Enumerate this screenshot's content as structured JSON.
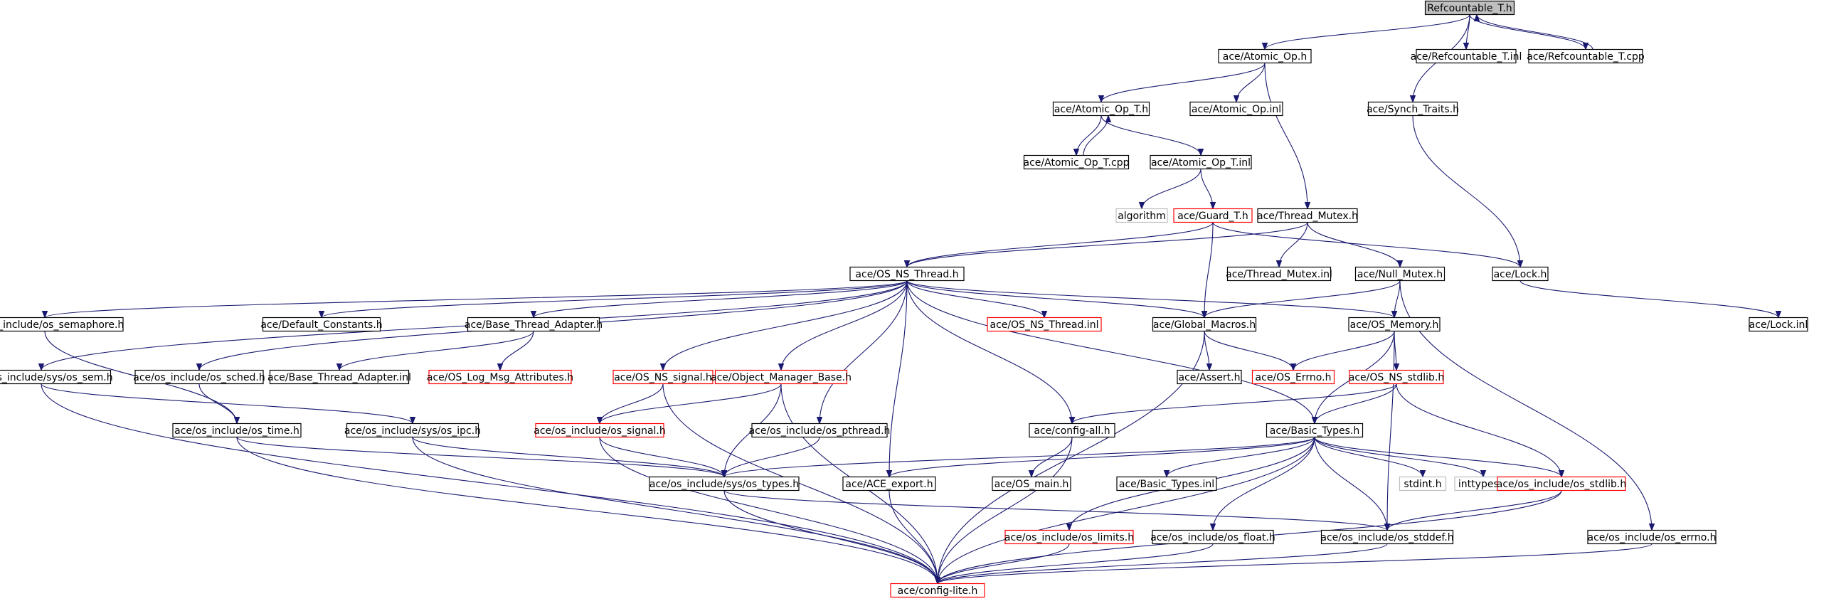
{
  "colors": {
    "edge": "#191970",
    "node_border_default": "#000000",
    "node_border_incomplete": "#ff0000",
    "node_border_external": "#bfbfbf",
    "node_fill_root": "#bfbfbf",
    "node_fill": "#ffffff"
  },
  "nodes": [
    {
      "id": "refcountable_t_h",
      "label": "Refcountable_T.h",
      "kind": "root"
    },
    {
      "id": "atomic_op_h",
      "label": "ace/Atomic_Op.h",
      "kind": "normal"
    },
    {
      "id": "refcountable_t_inl",
      "label": "ace/Refcountable_T.inl",
      "kind": "normal"
    },
    {
      "id": "refcountable_t_cpp",
      "label": "ace/Refcountable_T.cpp",
      "kind": "normal"
    },
    {
      "id": "atomic_op_t_h",
      "label": "ace/Atomic_Op_T.h",
      "kind": "normal"
    },
    {
      "id": "atomic_op_inl",
      "label": "ace/Atomic_Op.inl",
      "kind": "normal"
    },
    {
      "id": "synch_traits_h",
      "label": "ace/Synch_Traits.h",
      "kind": "normal"
    },
    {
      "id": "atomic_op_t_cpp",
      "label": "ace/Atomic_Op_T.cpp",
      "kind": "normal"
    },
    {
      "id": "atomic_op_t_inl",
      "label": "ace/Atomic_Op_T.inl",
      "kind": "normal"
    },
    {
      "id": "algorithm",
      "label": "algorithm",
      "kind": "external"
    },
    {
      "id": "guard_t_h",
      "label": "ace/Guard_T.h",
      "kind": "incomplete"
    },
    {
      "id": "thread_mutex_h",
      "label": "ace/Thread_Mutex.h",
      "kind": "normal"
    },
    {
      "id": "os_ns_thread_h",
      "label": "ace/OS_NS_Thread.h",
      "kind": "normal"
    },
    {
      "id": "thread_mutex_inl",
      "label": "ace/Thread_Mutex.inl",
      "kind": "normal"
    },
    {
      "id": "null_mutex_h",
      "label": "ace/Null_Mutex.h",
      "kind": "normal"
    },
    {
      "id": "lock_h",
      "label": "ace/Lock.h",
      "kind": "normal"
    },
    {
      "id": "os_semaphore_h",
      "label": "ace/os_include/os_semaphore.h",
      "kind": "normal"
    },
    {
      "id": "default_constants_h",
      "label": "ace/Default_Constants.h",
      "kind": "normal"
    },
    {
      "id": "base_thread_adapter_h",
      "label": "ace/Base_Thread_Adapter.h",
      "kind": "normal"
    },
    {
      "id": "os_ns_thread_inl",
      "label": "ace/OS_NS_Thread.inl",
      "kind": "incomplete"
    },
    {
      "id": "global_macros_h",
      "label": "ace/Global_Macros.h",
      "kind": "normal"
    },
    {
      "id": "os_memory_h",
      "label": "ace/OS_Memory.h",
      "kind": "normal"
    },
    {
      "id": "lock_inl",
      "label": "ace/Lock.inl",
      "kind": "normal"
    },
    {
      "id": "os_sem_h",
      "label": "ace/os_include/sys/os_sem.h",
      "kind": "normal"
    },
    {
      "id": "os_sched_h",
      "label": "ace/os_include/os_sched.h",
      "kind": "normal"
    },
    {
      "id": "base_thread_adapter_inl",
      "label": "ace/Base_Thread_Adapter.inl",
      "kind": "normal"
    },
    {
      "id": "os_log_msg_attributes_h",
      "label": "ace/OS_Log_Msg_Attributes.h",
      "kind": "incomplete"
    },
    {
      "id": "os_ns_signal_h",
      "label": "ace/OS_NS_signal.h",
      "kind": "incomplete"
    },
    {
      "id": "object_manager_base_h",
      "label": "ace/Object_Manager_Base.h",
      "kind": "incomplete"
    },
    {
      "id": "assert_h",
      "label": "ace/Assert.h",
      "kind": "normal"
    },
    {
      "id": "os_errno_h",
      "label": "ace/OS_Errno.h",
      "kind": "incomplete"
    },
    {
      "id": "os_ns_stdlib_h",
      "label": "ace/OS_NS_stdlib.h",
      "kind": "incomplete"
    },
    {
      "id": "os_time_h",
      "label": "ace/os_include/os_time.h",
      "kind": "normal"
    },
    {
      "id": "os_ipc_h",
      "label": "ace/os_include/sys/os_ipc.h",
      "kind": "normal"
    },
    {
      "id": "os_signal_h",
      "label": "ace/os_include/os_signal.h",
      "kind": "incomplete"
    },
    {
      "id": "os_pthread_h",
      "label": "ace/os_include/os_pthread.h",
      "kind": "normal"
    },
    {
      "id": "config_all_h",
      "label": "ace/config-all.h",
      "kind": "normal"
    },
    {
      "id": "basic_types_h",
      "label": "ace/Basic_Types.h",
      "kind": "normal"
    },
    {
      "id": "os_types_h",
      "label": "ace/os_include/sys/os_types.h",
      "kind": "normal"
    },
    {
      "id": "ace_export_h",
      "label": "ace/ACE_export.h",
      "kind": "normal"
    },
    {
      "id": "os_main_h",
      "label": "ace/OS_main.h",
      "kind": "normal"
    },
    {
      "id": "basic_types_inl",
      "label": "ace/Basic_Types.inl",
      "kind": "normal"
    },
    {
      "id": "stdint_h",
      "label": "stdint.h",
      "kind": "external"
    },
    {
      "id": "inttypes_h",
      "label": "inttypes.h",
      "kind": "external"
    },
    {
      "id": "os_stdlib_h",
      "label": "ace/os_include/os_stdlib.h",
      "kind": "incomplete"
    },
    {
      "id": "os_limits_h",
      "label": "ace/os_include/os_limits.h",
      "kind": "incomplete"
    },
    {
      "id": "os_float_h",
      "label": "ace/os_include/os_float.h",
      "kind": "normal"
    },
    {
      "id": "os_stddef_h",
      "label": "ace/os_include/os_stddef.h",
      "kind": "normal"
    },
    {
      "id": "os_errno_inc_h",
      "label": "ace/os_include/os_errno.h",
      "kind": "normal"
    },
    {
      "id": "config_lite_h",
      "label": "ace/config-lite.h",
      "kind": "incomplete"
    }
  ],
  "edges": [
    [
      "refcountable_t_h",
      "atomic_op_h"
    ],
    [
      "refcountable_t_h",
      "refcountable_t_inl"
    ],
    [
      "refcountable_t_h",
      "refcountable_t_cpp"
    ],
    [
      "refcountable_t_cpp",
      "refcountable_t_h"
    ],
    [
      "refcountable_t_h",
      "synch_traits_h"
    ],
    [
      "atomic_op_h",
      "atomic_op_t_h"
    ],
    [
      "atomic_op_h",
      "atomic_op_inl"
    ],
    [
      "atomic_op_h",
      "thread_mutex_h"
    ],
    [
      "atomic_op_t_h",
      "atomic_op_t_cpp"
    ],
    [
      "atomic_op_t_cpp",
      "atomic_op_t_h"
    ],
    [
      "atomic_op_t_h",
      "atomic_op_t_inl"
    ],
    [
      "atomic_op_t_inl",
      "algorithm"
    ],
    [
      "atomic_op_t_inl",
      "guard_t_h"
    ],
    [
      "synch_traits_h",
      "lock_h"
    ],
    [
      "guard_t_h",
      "lock_h"
    ],
    [
      "guard_t_h",
      "os_ns_thread_h"
    ],
    [
      "guard_t_h",
      "global_macros_h"
    ],
    [
      "thread_mutex_h",
      "os_ns_thread_h"
    ],
    [
      "thread_mutex_h",
      "thread_mutex_inl"
    ],
    [
      "thread_mutex_h",
      "null_mutex_h"
    ],
    [
      "null_mutex_h",
      "global_macros_h"
    ],
    [
      "null_mutex_h",
      "os_memory_h"
    ],
    [
      "null_mutex_h",
      "os_errno_inc_h"
    ],
    [
      "lock_h",
      "lock_inl"
    ],
    [
      "os_ns_thread_h",
      "os_semaphore_h"
    ],
    [
      "os_ns_thread_h",
      "default_constants_h"
    ],
    [
      "os_ns_thread_h",
      "base_thread_adapter_h"
    ],
    [
      "os_ns_thread_h",
      "os_ns_thread_inl"
    ],
    [
      "os_ns_thread_h",
      "global_macros_h"
    ],
    [
      "os_ns_thread_h",
      "os_memory_h"
    ],
    [
      "os_ns_thread_h",
      "os_sem_h"
    ],
    [
      "os_ns_thread_h",
      "os_sched_h"
    ],
    [
      "os_ns_thread_h",
      "os_ns_signal_h"
    ],
    [
      "os_ns_thread_h",
      "object_manager_base_h"
    ],
    [
      "os_ns_thread_h",
      "os_pthread_h"
    ],
    [
      "os_ns_thread_h",
      "config_all_h"
    ],
    [
      "os_ns_thread_h",
      "basic_types_h"
    ],
    [
      "os_ns_thread_h",
      "ace_export_h"
    ],
    [
      "os_semaphore_h",
      "os_time_h"
    ],
    [
      "base_thread_adapter_h",
      "base_thread_adapter_inl"
    ],
    [
      "base_thread_adapter_h",
      "os_log_msg_attributes_h"
    ],
    [
      "global_macros_h",
      "assert_h"
    ],
    [
      "global_macros_h",
      "os_errno_h"
    ],
    [
      "global_macros_h",
      "config_lite_h"
    ],
    [
      "os_memory_h",
      "os_errno_h"
    ],
    [
      "os_memory_h",
      "os_ns_stdlib_h"
    ],
    [
      "os_memory_h",
      "basic_types_h"
    ],
    [
      "os_memory_h",
      "os_stddef_h"
    ],
    [
      "os_sem_h",
      "os_ipc_h"
    ],
    [
      "os_sem_h",
      "config_lite_h"
    ],
    [
      "os_sched_h",
      "os_time_h"
    ],
    [
      "os_ns_signal_h",
      "os_signal_h"
    ],
    [
      "os_ns_signal_h",
      "config_lite_h"
    ],
    [
      "object_manager_base_h",
      "os_signal_h"
    ],
    [
      "object_manager_base_h",
      "os_types_h"
    ],
    [
      "object_manager_base_h",
      "config_lite_h"
    ],
    [
      "os_ns_stdlib_h",
      "config_all_h"
    ],
    [
      "os_ns_stdlib_h",
      "basic_types_h"
    ],
    [
      "os_ns_stdlib_h",
      "os_stdlib_h"
    ],
    [
      "os_time_h",
      "os_types_h"
    ],
    [
      "os_time_h",
      "config_lite_h"
    ],
    [
      "os_ipc_h",
      "os_types_h"
    ],
    [
      "os_ipc_h",
      "config_lite_h"
    ],
    [
      "os_signal_h",
      "os_types_h"
    ],
    [
      "os_signal_h",
      "config_lite_h"
    ],
    [
      "os_pthread_h",
      "os_types_h"
    ],
    [
      "config_all_h",
      "os_main_h"
    ],
    [
      "config_all_h",
      "config_lite_h"
    ],
    [
      "basic_types_h",
      "os_types_h"
    ],
    [
      "basic_types_h",
      "ace_export_h"
    ],
    [
      "basic_types_h",
      "basic_types_inl"
    ],
    [
      "basic_types_h",
      "stdint_h"
    ],
    [
      "basic_types_h",
      "inttypes_h"
    ],
    [
      "basic_types_h",
      "os_stdlib_h"
    ],
    [
      "basic_types_h",
      "os_limits_h"
    ],
    [
      "basic_types_h",
      "os_float_h"
    ],
    [
      "basic_types_h",
      "os_stddef_h"
    ],
    [
      "basic_types_h",
      "config_lite_h"
    ],
    [
      "os_types_h",
      "os_stddef_h"
    ],
    [
      "os_types_h",
      "config_lite_h"
    ],
    [
      "ace_export_h",
      "config_lite_h"
    ],
    [
      "os_stdlib_h",
      "os_stddef_h"
    ],
    [
      "os_stdlib_h",
      "config_lite_h"
    ],
    [
      "os_limits_h",
      "config_lite_h"
    ],
    [
      "os_float_h",
      "config_lite_h"
    ],
    [
      "os_stddef_h",
      "config_lite_h"
    ],
    [
      "os_errno_inc_h",
      "config_lite_h"
    ]
  ]
}
